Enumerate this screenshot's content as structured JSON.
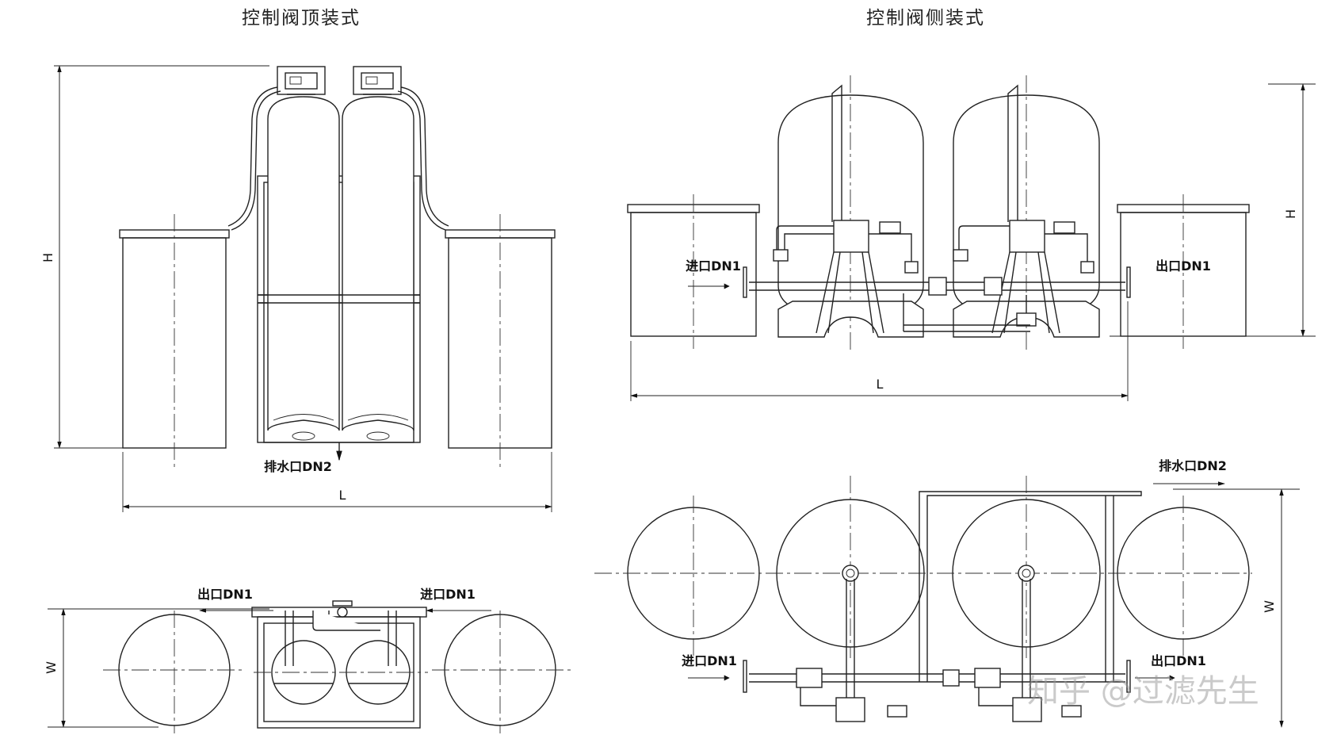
{
  "titles": {
    "top_mount": "控制阀顶装式",
    "side_mount": "控制阀侧装式"
  },
  "labels": {
    "inlet": "进口DN1",
    "outlet": "出口DN1",
    "drain": "排水口DN2"
  },
  "dimensions": {
    "height": "H",
    "length": "L",
    "width": "W"
  },
  "watermark": "知乎 @过滤先生",
  "colors": {
    "line": "#222222",
    "background": "#ffffff",
    "watermark": "#969696"
  }
}
